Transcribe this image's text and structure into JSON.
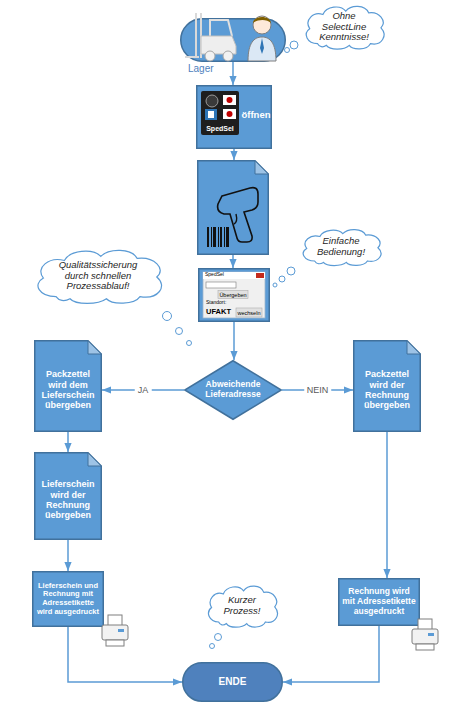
{
  "diagram": {
    "nodes": [
      {
        "text": [
          "Lager"
        ]
      },
      {
        "text": [
          "Ohne SelectLine Kenntnisse!"
        ]
      },
      {
        "text": [
          "SpedSel",
          "öffnen"
        ]
      },
      {
        "text": []
      },
      {
        "text": [
          "Einfache Bedienung!"
        ]
      },
      {
        "text": [
          "Qualitätssicherung durch schnellen Prozessablauf!"
        ]
      },
      {
        "text": [
          "SpedSel",
          "Übergeben",
          "Standort:",
          "UFAKT",
          "wechseln"
        ]
      },
      {
        "text": [
          "Abweichende Lieferadresse"
        ]
      },
      {
        "text": [
          "Packzettel wird dem Lieferschein übergeben"
        ]
      },
      {
        "text": [
          "Packzettel wird der Rechnung übergeben"
        ]
      },
      {
        "text": [
          "Lieferschein wird der Rechnung üebrgeben"
        ]
      },
      {
        "text": [
          "Lieferschein und Rechnung mit Adressetikette wird ausgedruckt"
        ]
      },
      {
        "text": [
          "Rechnung wird mit Adressetikette ausgedruckt"
        ]
      },
      {
        "text": [
          "Kurzer Prozess!"
        ]
      },
      {
        "text": [
          "ENDE"
        ]
      }
    ],
    "edges": [
      {
        "from": 0,
        "to": 2,
        "arrow": "to"
      },
      {
        "from": 2,
        "to": 3,
        "arrow": "to"
      },
      {
        "from": 3,
        "to": 6,
        "arrow": "to"
      },
      {
        "from": 6,
        "to": 7,
        "arrow": "to"
      },
      {
        "from": 7,
        "to": 8,
        "label": "JA",
        "arrow": "to"
      },
      {
        "from": 7,
        "to": 9,
        "label": "NEIN",
        "arrow": "to"
      },
      {
        "from": 8,
        "to": 10,
        "arrow": "to"
      },
      {
        "from": 10,
        "to": 11,
        "arrow": "to"
      },
      {
        "from": 9,
        "to": 12,
        "arrow": "to"
      },
      {
        "from": 11,
        "to": 14,
        "arrow": "to"
      },
      {
        "from": 12,
        "to": 14,
        "arrow": "to"
      }
    ]
  }
}
